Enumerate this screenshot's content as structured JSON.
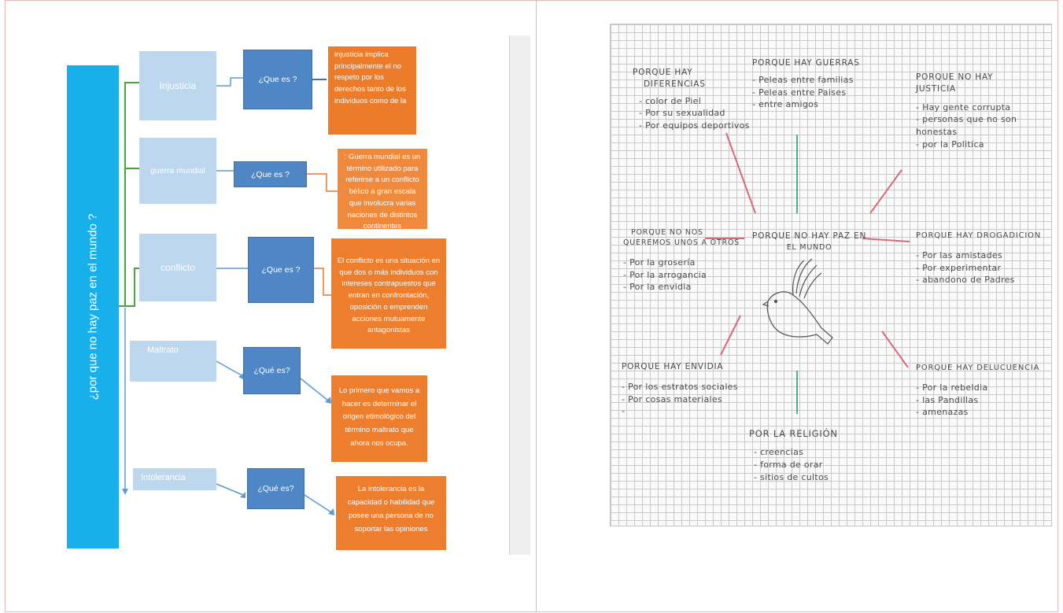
{
  "left": {
    "title": "¿por que no hay paz en el mundo ?",
    "branches": [
      {
        "topic": "Injusticia",
        "question": "¿Que es ?",
        "definition": "injusticia implica principalmente el no respeto por los derechos tanto de los individuos como de la"
      },
      {
        "topic": "guerra mundial",
        "question": "¿Que es ?",
        "definition": ": Guerra mundial es un término utilizado para referirse a un conflicto bélico a gran escala que involucra varias naciones de distintos continentes"
      },
      {
        "topic": "conflicto",
        "question": "¿Que es ?",
        "definition": "El conflicto es una situación en que dos o más individuos con intereses contrapuestos que entran en confrontación, oposición o emprenden acciones mutuamente antagonistas"
      },
      {
        "topic": "Maltrato",
        "question": "¿Qué es?",
        "definition": "Lo primero que vamos a hacer es determinar el origen etimológico del término maltrato que ahora nos ocupa."
      },
      {
        "topic": "Intolerancia",
        "question": "¿Qué es?",
        "definition": "La intolerancia es la capacidad o habilidad que posee una persona de no soportar las opiniones"
      }
    ]
  },
  "right": {
    "center": {
      "line1": "PORQUE NO HAY PAZ EN",
      "line2": "EL MUNDO"
    },
    "sections": [
      {
        "heading": [
          "PORQUE HAY",
          "DIFERENCIAS"
        ],
        "items": [
          "- color de Piel",
          "- Por su sexualidad",
          "- Por equipos deportivos"
        ]
      },
      {
        "heading": [
          "PORQUE HAY GUERRAS"
        ],
        "items": [
          "- Peleas entre familias",
          "- Peleas entre Paises",
          "- entre amigos"
        ]
      },
      {
        "heading": [
          "PORQUE NO HAY",
          "JUSTICIA"
        ],
        "items": [
          "- Hay gente corrupta",
          "- personas que no son",
          "honestas",
          "- por la Politica"
        ]
      },
      {
        "heading": [
          "PORQUE NO NOS",
          "QUEREMOS UNOS A OTROS"
        ],
        "items": [
          "- Por la grosería",
          "- Por la arrogancia",
          "- Por la envidia"
        ]
      },
      {
        "heading": [
          "PORQUE HAY DROGADICION"
        ],
        "items": [
          "- Por las amistades",
          "- Por experimentar",
          "- abandono de Padres"
        ]
      },
      {
        "heading": [
          "PORQUE HAY ENVIDIA"
        ],
        "items": [
          "- Por los estratos sociales",
          "- Por cosas materiales",
          "-"
        ]
      },
      {
        "heading": [
          "PORQUE HAY DELUCUENCIA"
        ],
        "items": [
          "- Por la rebeldia",
          "- las Pandillas",
          "- amenazas"
        ]
      },
      {
        "heading": [
          "POR LA RELIGIÓN"
        ],
        "items": [
          "- creencias",
          "- forma de orar",
          "- sitios de cultos"
        ]
      }
    ],
    "colors": {
      "line_red": "#d9687a",
      "line_green": "#4fae86",
      "ink": "#4a4a4a"
    }
  },
  "colors": {
    "title_bar": "#17b0ec",
    "topic": "#bdd7ee",
    "question": "#4f86c6",
    "definition": "#ec7c2a",
    "connector_green": "#4aa43c",
    "connector_blue": "#5b9bd5",
    "connector_orange": "#e7772a"
  }
}
